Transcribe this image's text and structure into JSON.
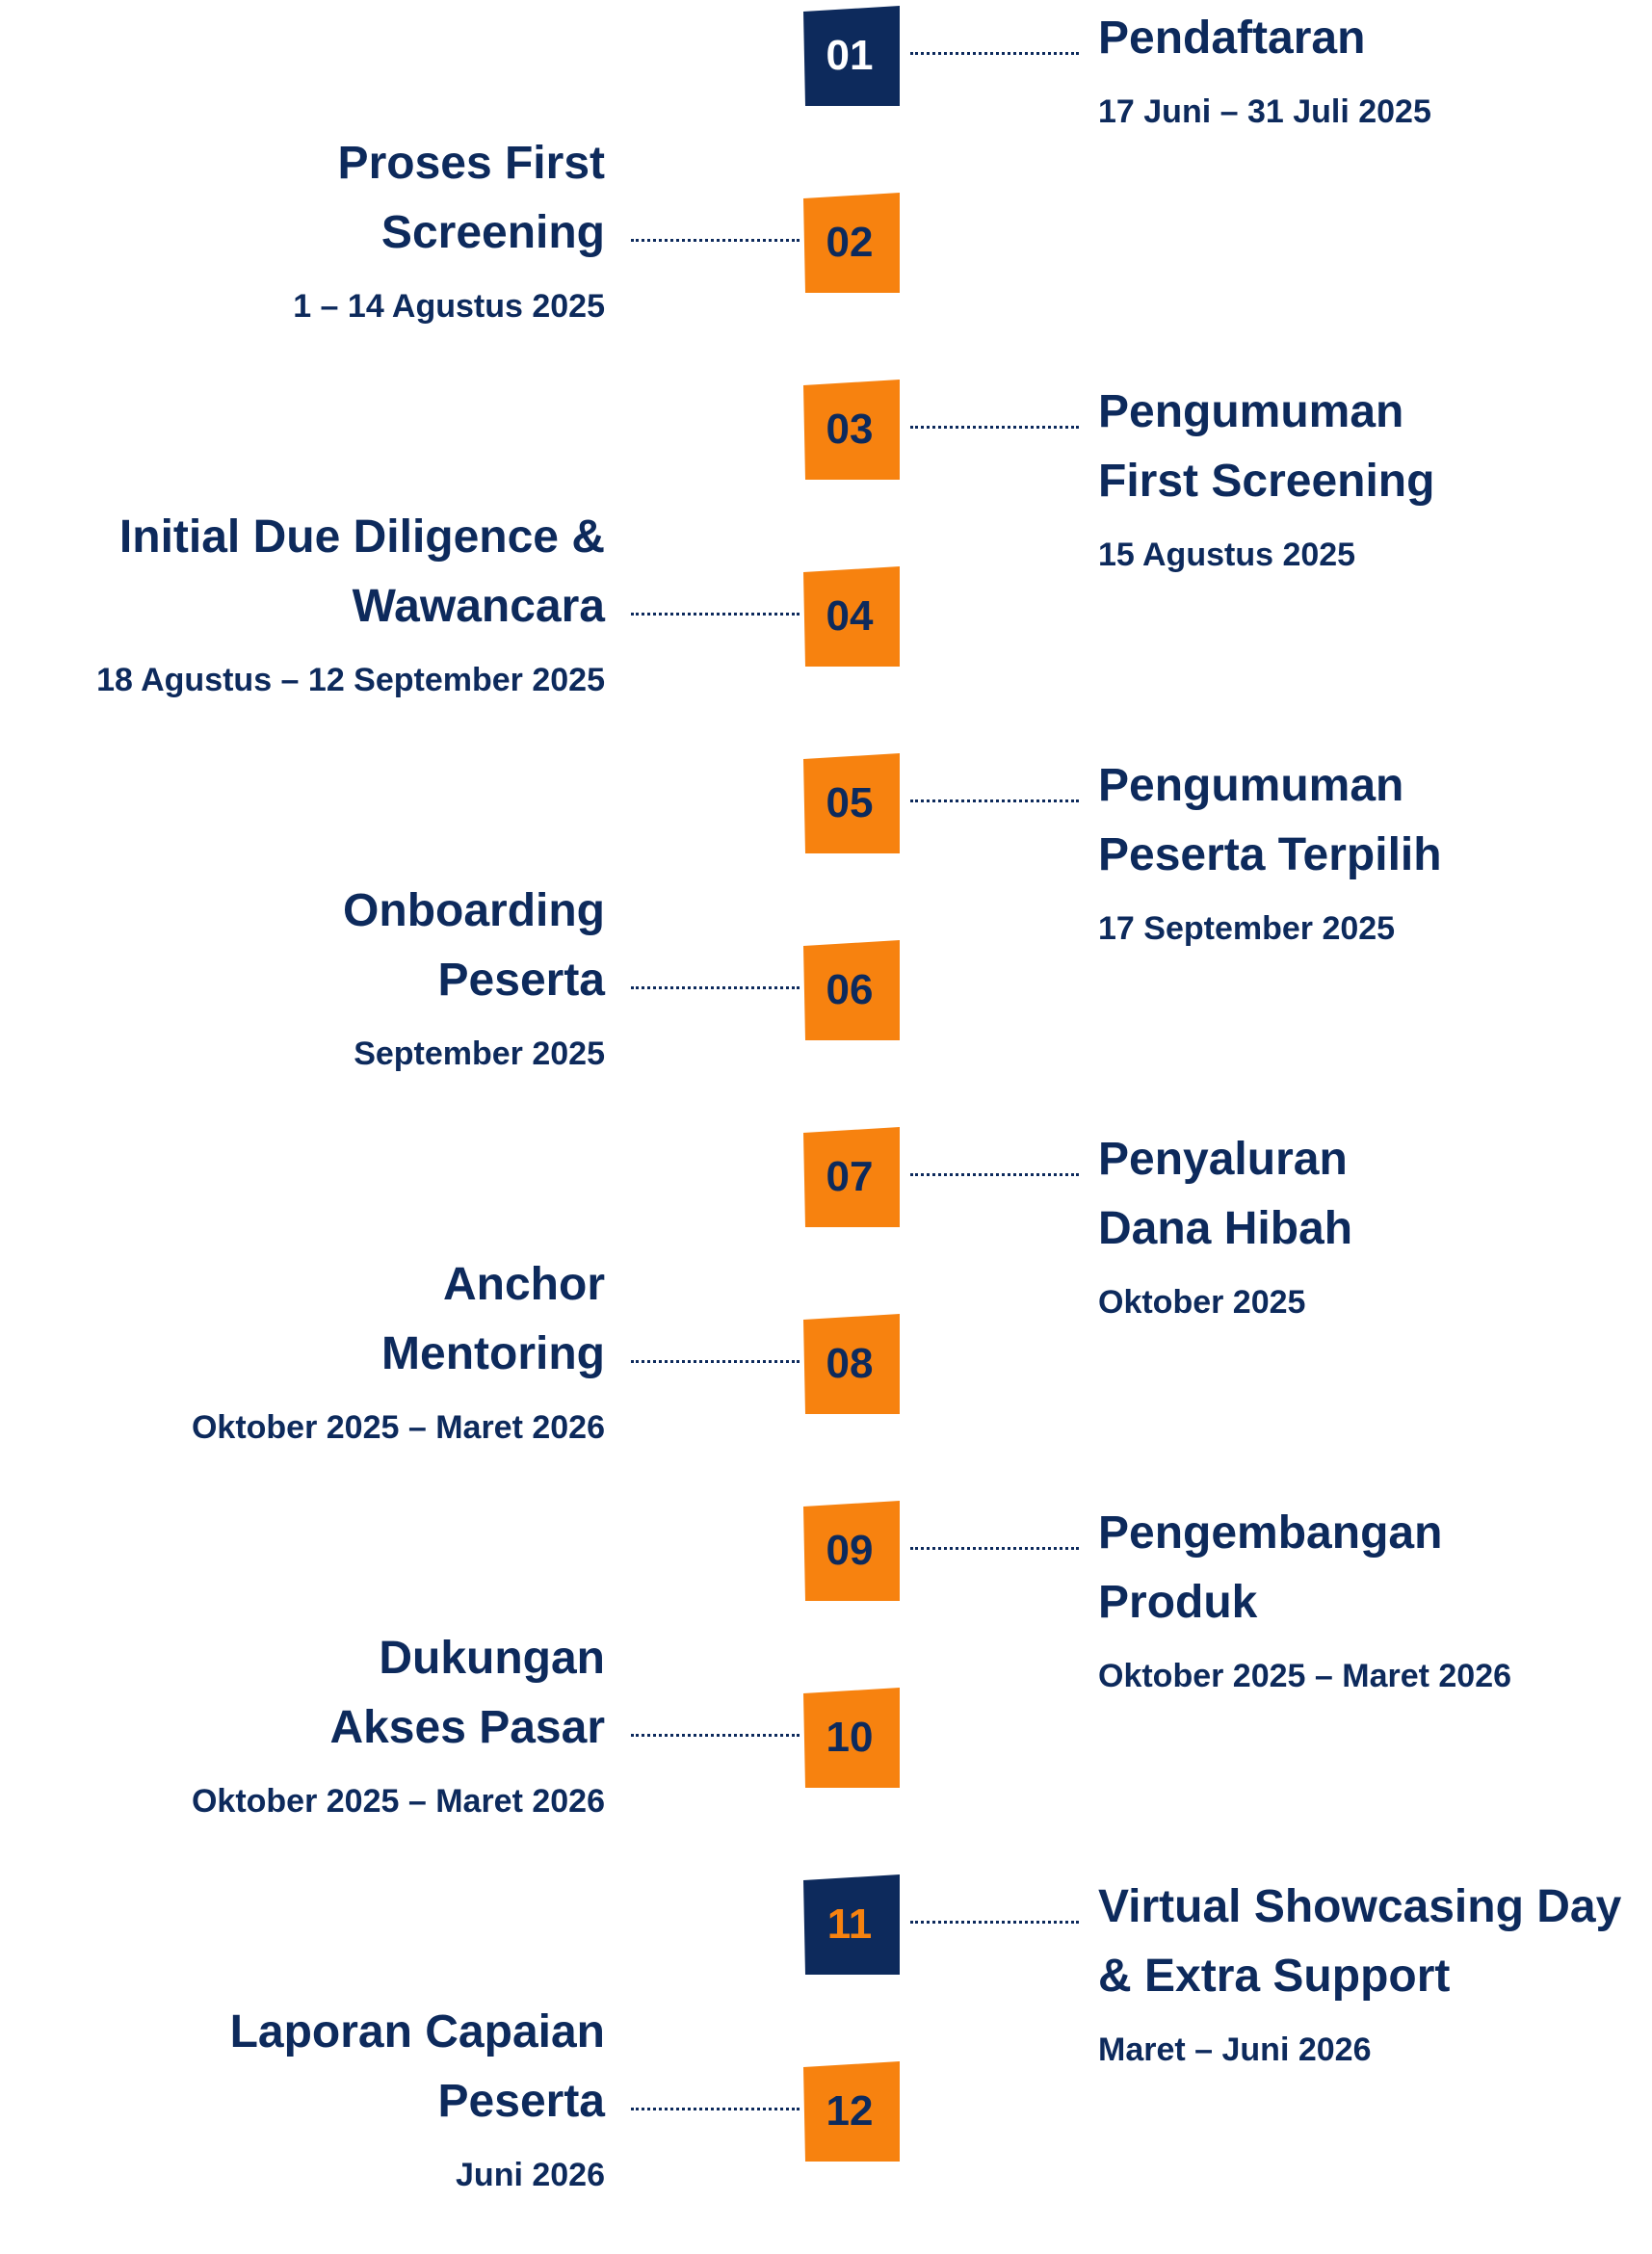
{
  "colors": {
    "navy": "#0d2a5c",
    "orange": "#f7820f",
    "white": "#ffffff"
  },
  "steps": [
    {
      "num": "01",
      "side": "right",
      "style": "dark",
      "title": [
        "Pendaftaran"
      ],
      "date": "17 Juni – 31 Juli 2025"
    },
    {
      "num": "02",
      "side": "left",
      "style": "orange",
      "title": [
        "Proses First",
        "Screening"
      ],
      "date": "1 – 14 Agustus 2025"
    },
    {
      "num": "03",
      "side": "right",
      "style": "orange",
      "title": [
        "Pengumuman",
        "First Screening"
      ],
      "date": "15 Agustus 2025"
    },
    {
      "num": "04",
      "side": "left",
      "style": "orange",
      "title": [
        "Initial Due Diligence &",
        "Wawancara"
      ],
      "date": "18 Agustus – 12 September 2025"
    },
    {
      "num": "05",
      "side": "right",
      "style": "orange",
      "title": [
        "Pengumuman",
        "Peserta Terpilih"
      ],
      "date": "17 September 2025"
    },
    {
      "num": "06",
      "side": "left",
      "style": "orange",
      "title": [
        "Onboarding",
        "Peserta"
      ],
      "date": "September 2025"
    },
    {
      "num": "07",
      "side": "right",
      "style": "orange",
      "title": [
        "Penyaluran",
        "Dana Hibah"
      ],
      "date": "Oktober 2025"
    },
    {
      "num": "08",
      "side": "left",
      "style": "orange",
      "title": [
        "Anchor",
        "Mentoring"
      ],
      "date": "Oktober  2025 – Maret 2026"
    },
    {
      "num": "09",
      "side": "right",
      "style": "orange",
      "title": [
        "Pengembangan",
        "Produk"
      ],
      "date": "Oktober  2025 – Maret 2026"
    },
    {
      "num": "10",
      "side": "left",
      "style": "orange",
      "title": [
        "Dukungan",
        "Akses Pasar"
      ],
      "date": "Oktober  2025 – Maret 2026"
    },
    {
      "num": "11",
      "side": "right",
      "style": "dark-orange",
      "title": [
        "Virtual Showcasing Day",
        "& Extra Support"
      ],
      "date": "Maret – Juni 2026"
    },
    {
      "num": "12",
      "side": "left",
      "style": "orange",
      "title": [
        "Laporan Capaian",
        "Peserta"
      ],
      "date": "Juni 2026"
    }
  ]
}
